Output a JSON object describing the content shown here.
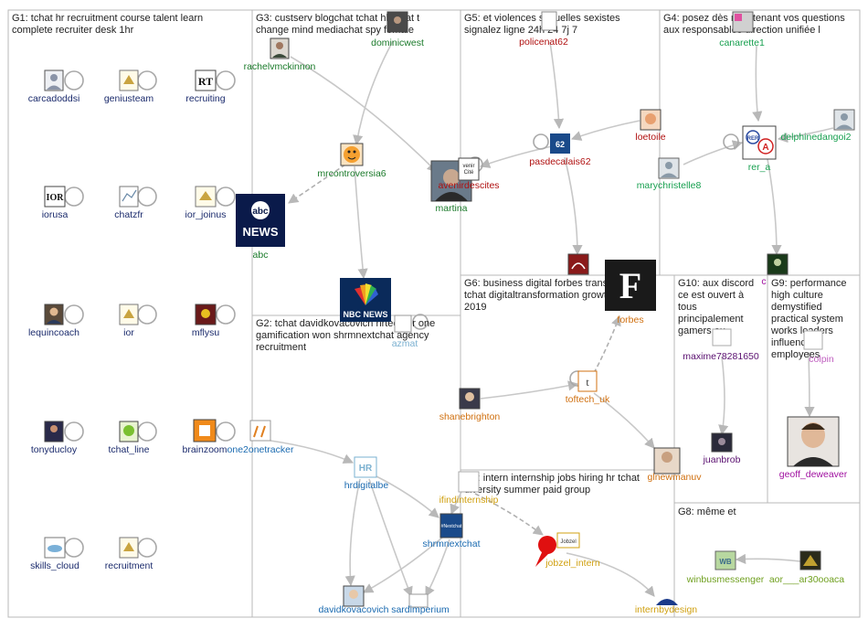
{
  "groups": [
    {
      "id": "G1",
      "title_lines": [
        "G1: tchat hr recruitment course talent learn",
        "complete recruiter desk 1hr"
      ]
    },
    {
      "id": "G3",
      "title_lines": [
        "G3: custserv blogchat tchat hbrchat t",
        "change mind mediachat spy female"
      ]
    },
    {
      "id": "G5",
      "title_lines": [
        "G5: et violences sexuelles sexistes",
        "signalez ligne 24h 24 7j 7"
      ]
    },
    {
      "id": "G4",
      "title_lines": [
        "G4: posez dès maintenant vos questions",
        "aux responsables direction unifiée l"
      ]
    },
    {
      "id": "G2",
      "title_lines": [
        "G2: tchat davidkovacovich hrtech hr one",
        "gamification won shrmnextchat agency",
        "recruitment"
      ]
    },
    {
      "id": "G6",
      "title_lines": [
        "G6: business digital forbes transformation",
        "tchat digitaltransformation growth need pre",
        "2019"
      ]
    },
    {
      "id": "G10",
      "title_lines": [
        "G10: aux discord",
        "ce est ouvert à",
        "tous",
        "principalement",
        "gamers ou"
      ]
    },
    {
      "id": "G9",
      "title_lines": [
        "G9: performance",
        "high culture",
        "demystified",
        "practical system",
        "works leaders",
        "influences",
        "employees"
      ]
    },
    {
      "id": "G7",
      "title_lines": [
        "G7: intern internship jobs hiring hr tchat",
        "diversity summer paid group"
      ]
    },
    {
      "id": "G8",
      "title_lines": [
        "G8: même et"
      ]
    }
  ],
  "nodes": [
    {
      "id": "carcadoddsi",
      "label": "carcadoddsi",
      "color": "#1a2a6c",
      "icon": "avatar-icon"
    },
    {
      "id": "geniusteam",
      "label": "geniusteam",
      "color": "#1a2a6c",
      "icon": "logo-icon"
    },
    {
      "id": "recruiting",
      "label": "recruiting",
      "color": "#1a2a6c",
      "icon": "rt-logo-icon"
    },
    {
      "id": "iorusa",
      "label": "iorusa",
      "color": "#1a2a6c",
      "icon": "ior-logo-icon"
    },
    {
      "id": "chatzfr",
      "label": "chatzfr",
      "color": "#1a2a6c",
      "icon": "chart-icon"
    },
    {
      "id": "ior_joinus",
      "label": "ior_joinus",
      "color": "#1a2a6c",
      "icon": "logo-icon"
    },
    {
      "id": "lequincoach",
      "label": "lequincoach",
      "color": "#1a2a6c",
      "icon": "avatar-icon"
    },
    {
      "id": "ior",
      "label": "ior",
      "color": "#1a2a6c",
      "icon": "logo-icon"
    },
    {
      "id": "mflysu",
      "label": "mflysu",
      "color": "#1a2a6c",
      "icon": "avatar-icon"
    },
    {
      "id": "tonyducloy",
      "label": "tonyducloy",
      "color": "#1a2a6c",
      "icon": "avatar-icon"
    },
    {
      "id": "tchat_line",
      "label": "tchat_line",
      "color": "#1a2a6c",
      "icon": "avatar-icon"
    },
    {
      "id": "brainzoom",
      "label": "brainzoom",
      "color": "#1a2a6c",
      "icon": "avatar-icon"
    },
    {
      "id": "skills_cloud",
      "label": "skills_cloud",
      "color": "#1a2a6c",
      "icon": "cloud-icon"
    },
    {
      "id": "recruitment",
      "label": "recruitment",
      "color": "#1a2a6c",
      "icon": "logo-icon"
    },
    {
      "id": "rachelvmckinnon",
      "label": "rachelvmckinnon",
      "color": "#1a7a2a",
      "icon": "avatar-icon"
    },
    {
      "id": "dominicwest",
      "label": "dominicwest",
      "color": "#1a7a2a",
      "icon": "avatar-icon"
    },
    {
      "id": "mrcontroversia6",
      "label": "mrcontroversia6",
      "color": "#1a7a2a",
      "icon": "emoji-icon"
    },
    {
      "id": "martina",
      "label": "martina",
      "color": "#1a7a2a",
      "icon": "avatar-icon"
    },
    {
      "id": "abc",
      "label": "abc",
      "color": "#1a7a2a",
      "icon": "abc-news-logo-icon"
    },
    {
      "id": "policenat62",
      "label": "policenat62",
      "color": "#b01010",
      "icon": "avatar-icon"
    },
    {
      "id": "avenirdescites",
      "label": "avenirdescites",
      "color": "#b01010",
      "icon": "avatar-icon"
    },
    {
      "id": "pasdecalais62",
      "label": "pasdecalais62",
      "color": "#b01010",
      "icon": "map-logo-icon"
    },
    {
      "id": "loetoile",
      "label": "loetoile",
      "color": "#b01010",
      "icon": "avatar-icon"
    },
    {
      "id": "canarette1",
      "label": "canarette1",
      "color": "#18a050",
      "icon": "avatar-icon"
    },
    {
      "id": "delphinedangoi2",
      "label": "delphinedangoi2",
      "color": "#18a050",
      "icon": "avatar-icon"
    },
    {
      "id": "rer_a",
      "label": "rer_a",
      "color": "#18a050",
      "icon": "rer-logo-icon"
    },
    {
      "id": "marychristelle8",
      "label": "marychristelle8",
      "color": "#18a050",
      "icon": "avatar-icon"
    },
    {
      "id": "nbcnews",
      "label": "",
      "color": "#2a7ab0",
      "icon": "nbc-news-logo-icon"
    },
    {
      "id": "azmat",
      "label": "azmat",
      "color": "#7ab0d0",
      "icon": "avatar-icon"
    },
    {
      "id": "one2onetracker",
      "label": "one2onetracker",
      "color": "#1a6ab0",
      "icon": "logo-icon"
    },
    {
      "id": "hrdigitalbe",
      "label": "hrdigitalbe",
      "color": "#1a6ab0",
      "icon": "hr-logo-icon"
    },
    {
      "id": "shrmnextchat",
      "label": "shrmnextchat",
      "color": "#1a6ab0",
      "icon": "logo-icon"
    },
    {
      "id": "davidkovacovich",
      "label": "davidkovacovich",
      "color": "#1a6ab0",
      "icon": "avatar-icon"
    },
    {
      "id": "sardimperium",
      "label": "sardimperium",
      "color": "#1a6ab0",
      "icon": "avatar-icon"
    },
    {
      "id": "forbes",
      "label": "forbes",
      "color": "#d07010",
      "icon": "forbes-logo-icon"
    },
    {
      "id": "toftech_uk",
      "label": "toftech_uk",
      "color": "#d07010",
      "icon": "logo-icon"
    },
    {
      "id": "shanebrighton",
      "label": "shanebrighton",
      "color": "#d07010",
      "icon": "avatar-icon"
    },
    {
      "id": "glnewmanuv",
      "label": "glnewmanuv",
      "color": "#d07010",
      "icon": "avatar-icon"
    },
    {
      "id": "maxime78281650",
      "label": "maxime78281650",
      "color": "#5a1070",
      "icon": "avatar-icon"
    },
    {
      "id": "juanbrob",
      "label": "juanbrob",
      "color": "#5a1070",
      "icon": "avatar-icon"
    },
    {
      "id": "geoff_deweaver",
      "label": "geoff_deweaver",
      "color": "#a010a0",
      "icon": "avatar-icon"
    },
    {
      "id": "colpin",
      "label": "colpin",
      "color": "#c060c0",
      "icon": "avatar-icon"
    },
    {
      "id": "c_partial",
      "label": "c",
      "color": "#a010a0",
      "icon": "avatar-icon"
    },
    {
      "id": "ifindinternship",
      "label": "ifindinternship",
      "color": "#d0a010",
      "icon": "logo-icon"
    },
    {
      "id": "jobzel_intern",
      "label": "jobzel_intern",
      "color": "#d0a010",
      "icon": "jobzel-logo-icon"
    },
    {
      "id": "internbydesign",
      "label": "internbydesign",
      "color": "#d0a010",
      "icon": "avatar-icon"
    },
    {
      "id": "winbusmessenger",
      "label": "winbusmessenger",
      "color": "#70a020",
      "icon": "logo-icon"
    },
    {
      "id": "aor___ar30ooaca",
      "label": "aor___ar30ooaca",
      "color": "#70a020",
      "icon": "logo-icon"
    }
  ]
}
